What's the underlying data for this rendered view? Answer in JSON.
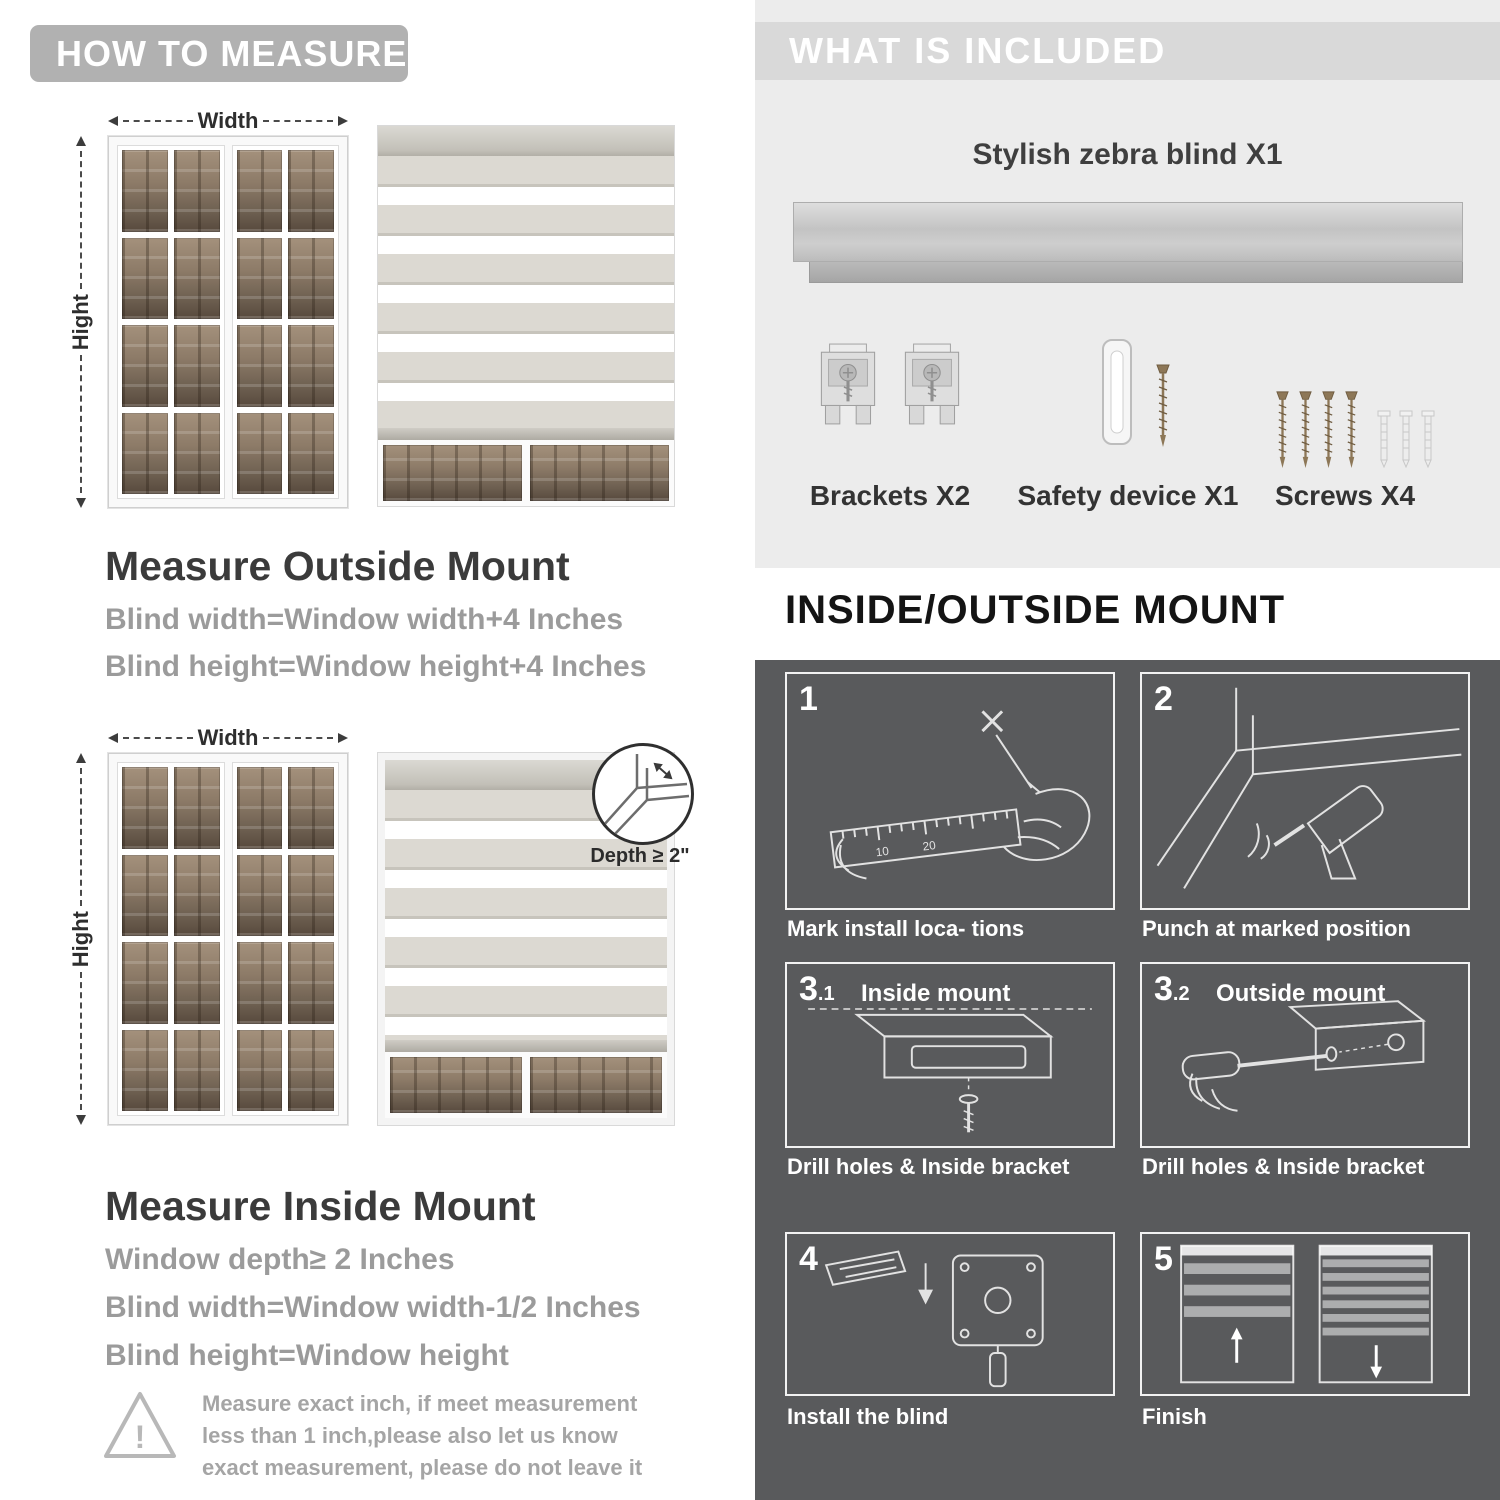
{
  "measure": {
    "badge": "HOW TO MEASURE",
    "width_label": "Width",
    "height_label": "Hight",
    "outside": {
      "heading": "Measure Outside Mount",
      "rule1": "Blind width=Window width+4 Inches",
      "rule2": "Blind height=Window height+4 Inches"
    },
    "inside": {
      "heading": "Measure Inside Mount",
      "depth_callout": "Depth ≥ 2\"",
      "rule1": "Window depth≥ 2 Inches",
      "rule2": "Blind width=Window width-1/2 Inches",
      "rule3": "Blind height=Window height"
    },
    "warning_text": "Measure exact inch, if meet measurement less than 1 inch,please also let us know exact measurement, please do not leave it"
  },
  "included": {
    "title": "WHAT IS INCLUDED",
    "blind_label": "Stylish zebra blind X1",
    "brackets_label": "Brackets X2",
    "safety_label": "Safety device X1",
    "screws_label": "Screws X4"
  },
  "mount": {
    "title": "INSIDE/OUTSIDE MOUNT",
    "steps": [
      {
        "num": "1",
        "sub": "",
        "label": "",
        "caption": "Mark install loca- tions"
      },
      {
        "num": "2",
        "sub": "",
        "label": "",
        "caption": "Punch at  marked position"
      },
      {
        "num": "3",
        "sub": ".1",
        "label": "Inside mount",
        "caption": "Drill holes &  Inside bracket"
      },
      {
        "num": "3",
        "sub": ".2",
        "label": "Outside mount",
        "caption": "Drill holes &  Inside bracket"
      },
      {
        "num": "4",
        "sub": "",
        "label": "",
        "caption": "Install the blind"
      },
      {
        "num": "5",
        "sub": "",
        "label": "",
        "caption": "Finish"
      }
    ]
  },
  "colors": {
    "badge_bg": "#b1b1b1",
    "panel_light": "#ececec",
    "panel_dark": "#595a5c",
    "muted_text": "#9b9b9b"
  }
}
